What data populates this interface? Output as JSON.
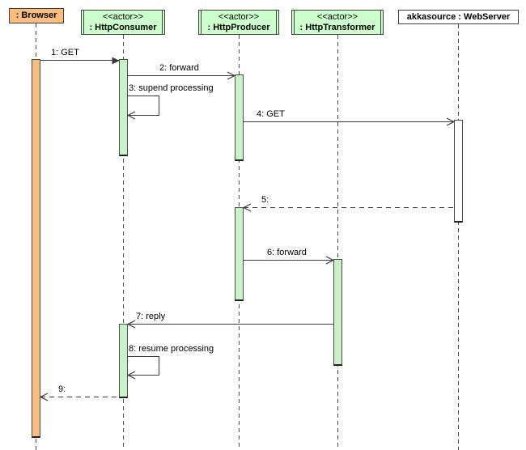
{
  "diagram": {
    "type": "uml-sequence-diagram",
    "background": "#ffffff",
    "colors": {
      "browser_fill": "#fbbd7f",
      "actor_fill": "#ccffcc",
      "activation_fill": "#c9f2c9",
      "webserver_activation_fill": "#ffffff",
      "line": "#3a3a3a"
    },
    "participants": [
      {
        "id": "browser",
        "stereotype": "",
        "name": ": Browser"
      },
      {
        "id": "http-consumer",
        "stereotype": "<<actor>>",
        "name": ": HttpConsumer"
      },
      {
        "id": "http-producer",
        "stereotype": "<<actor>>",
        "name": ": HttpProducer"
      },
      {
        "id": "http-transformer",
        "stereotype": "<<actor>>",
        "name": ": HttpTransformer"
      },
      {
        "id": "web-server",
        "stereotype": "",
        "name": "akkasource : WebServer"
      }
    ],
    "messages": [
      {
        "label": "1: GET",
        "from": "browser",
        "to": "http-consumer",
        "kind": "sync"
      },
      {
        "label": "2: forward",
        "from": "http-consumer",
        "to": "http-producer",
        "kind": "async"
      },
      {
        "label": "3: supend processing",
        "from": "http-consumer",
        "to": "http-consumer",
        "kind": "self"
      },
      {
        "label": "4: GET",
        "from": "http-producer",
        "to": "web-server",
        "kind": "async"
      },
      {
        "label": "5:",
        "from": "web-server",
        "to": "http-producer",
        "kind": "reply-dashed"
      },
      {
        "label": "6: forward",
        "from": "http-producer",
        "to": "http-transformer",
        "kind": "async"
      },
      {
        "label": "7: reply",
        "from": "http-transformer",
        "to": "http-consumer",
        "kind": "async"
      },
      {
        "label": "8: resume processing",
        "from": "http-consumer",
        "to": "http-consumer",
        "kind": "self"
      },
      {
        "label": "9:",
        "from": "http-consumer",
        "to": "browser",
        "kind": "reply-dashed"
      }
    ]
  }
}
